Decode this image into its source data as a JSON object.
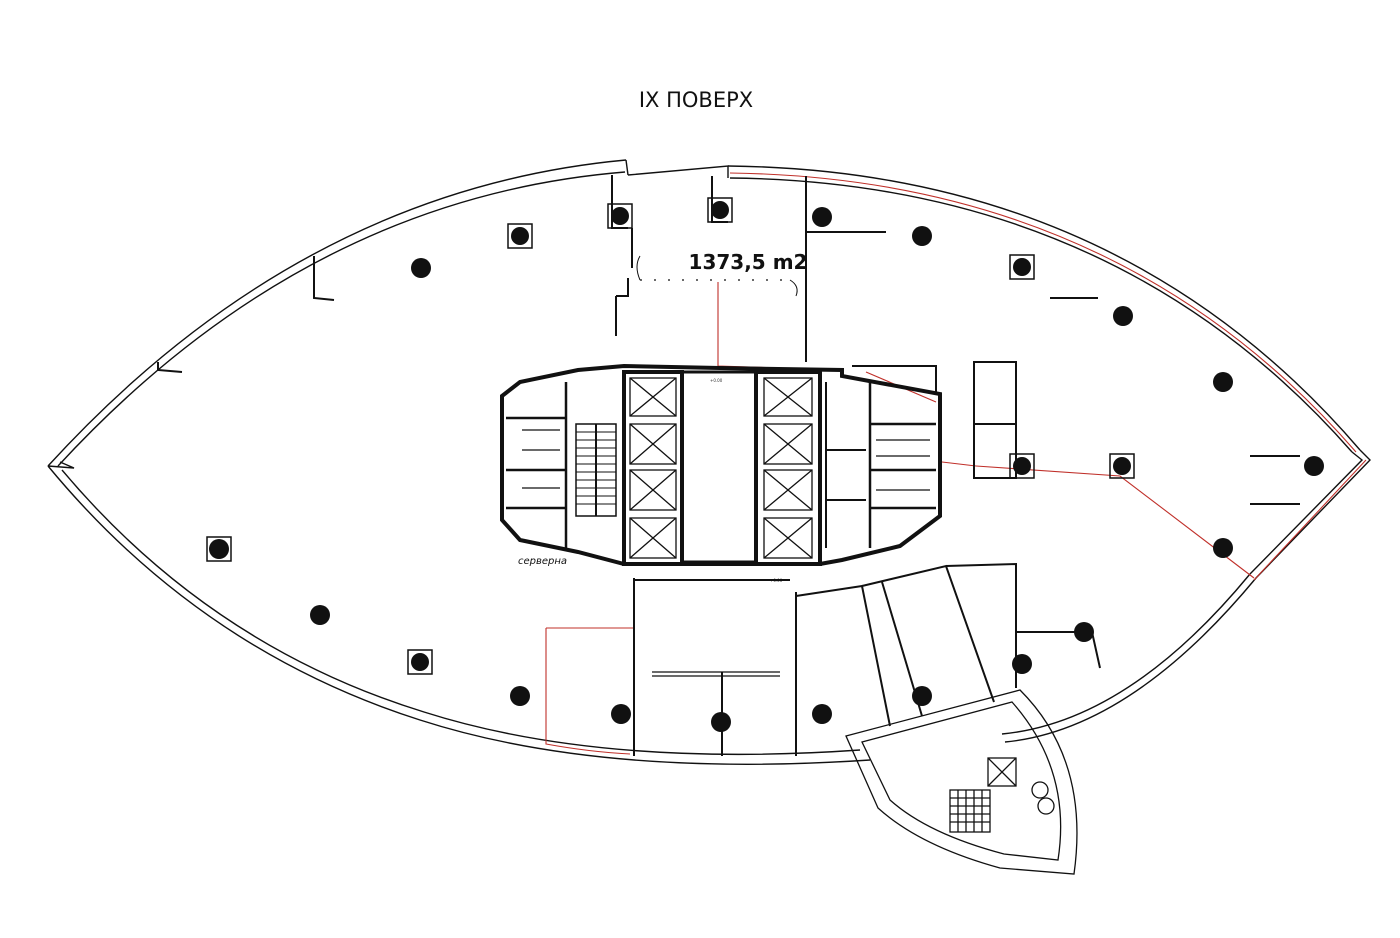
{
  "floor": {
    "title": "IX ПОВЕРХ"
  },
  "area": {
    "label": "1373,5 m2"
  },
  "rooms": {
    "server_room": "серверна"
  },
  "core": {
    "level_mark_top": "+0.00",
    "level_mark_bottom": "+0.00"
  },
  "colors": {
    "wall": "#111111",
    "outline": "#111111",
    "boundary": "#c0302a",
    "background": "#ffffff"
  },
  "icons": {
    "column": "filled-circle",
    "square_column": "circle-in-square",
    "elevator": "crossed-box",
    "stair": "stair-hatch"
  }
}
